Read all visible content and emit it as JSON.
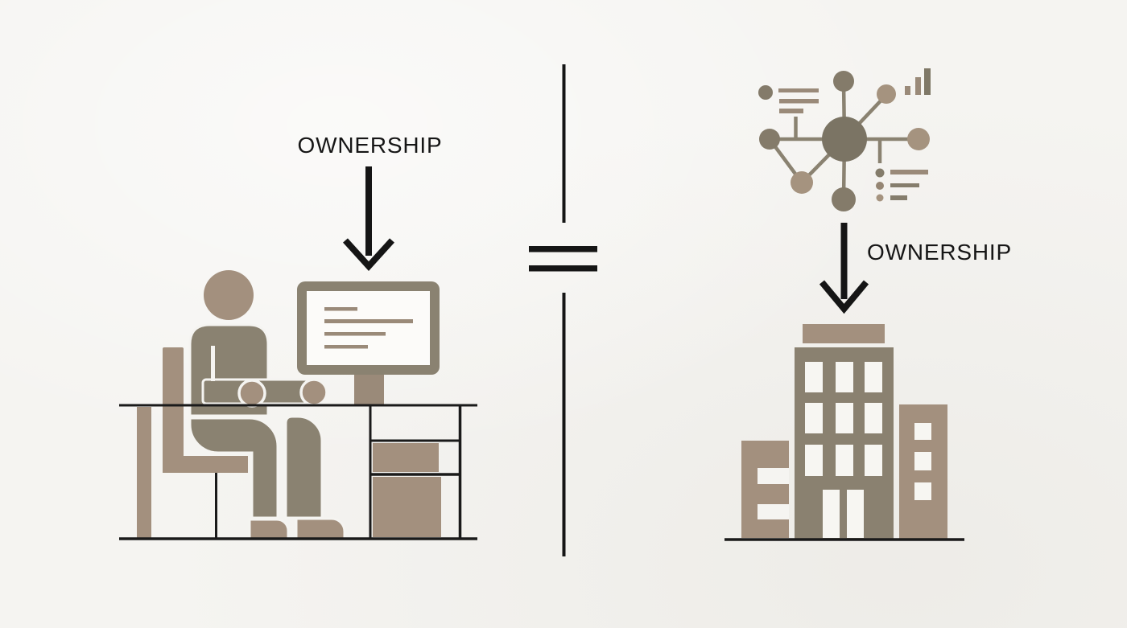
{
  "left_scene": {
    "label": "OWNERSHIP",
    "icons": [
      "down-arrow-icon",
      "person-at-desk-icon",
      "office-chair-icon",
      "computer-monitor-icon",
      "desk-with-drawers-icon"
    ]
  },
  "middle": {
    "symbol": "=",
    "icons": [
      "vertical-divider-line",
      "equals-icon",
      "vertical-divider-line"
    ]
  },
  "right_scene": {
    "label": "OWNERSHIP",
    "icons": [
      "network-diagram-icon",
      "bar-chart-icon",
      "bullet-list-icon",
      "down-arrow-icon",
      "office-buildings-icon"
    ]
  },
  "palette": {
    "background": "#f5f4f1",
    "dark_taupe": "#8a8271",
    "darker_node": "#7b7464",
    "light_taupe": "#a3907e",
    "mid_taupe": "#9a8a79",
    "ink": "#1a1a1a",
    "screen_white": "#fcfbf9"
  }
}
